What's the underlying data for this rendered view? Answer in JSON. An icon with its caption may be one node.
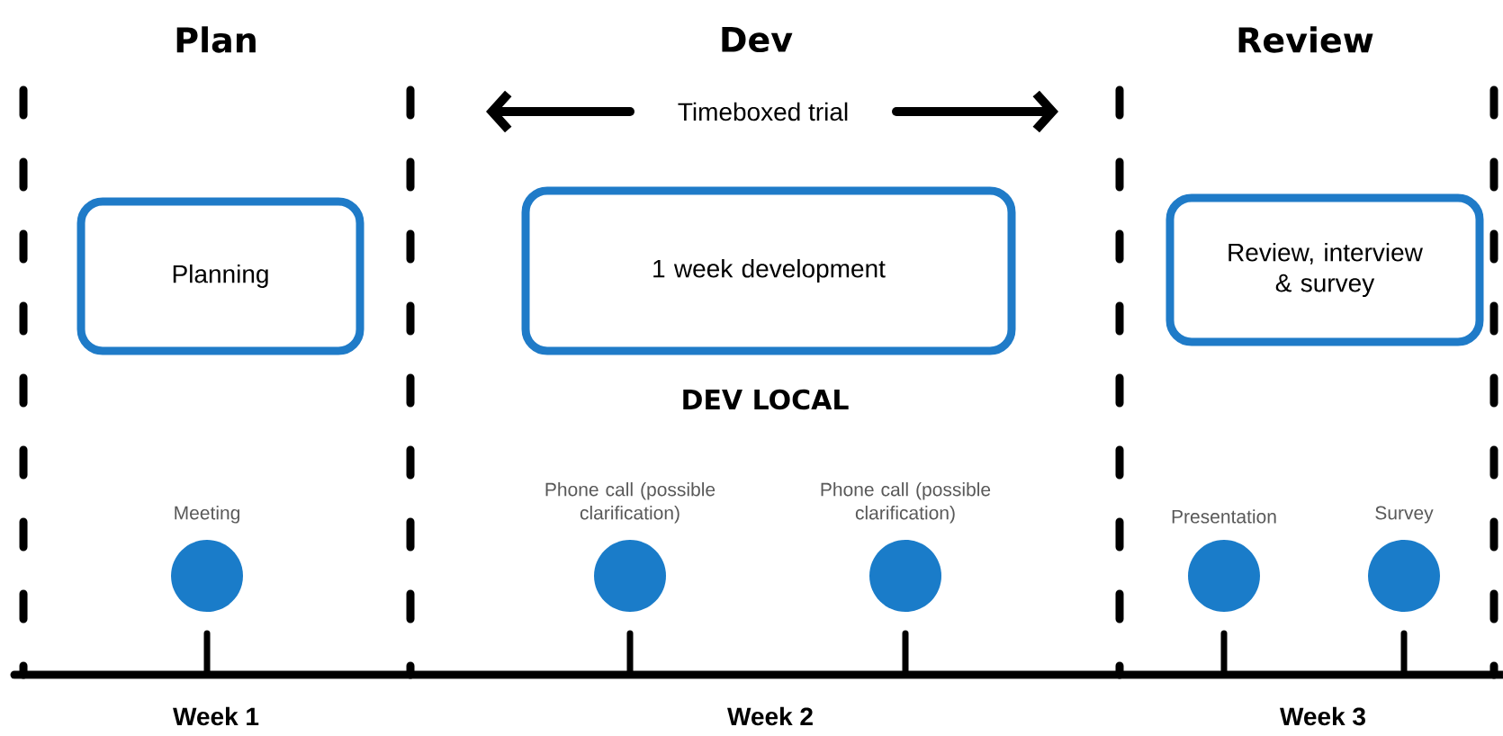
{
  "diagram": {
    "nodes": [
      {
        "text": [
          "Planning"
        ]
      },
      {
        "text": [
          "1 week development"
        ],
        "beside": [
          "DEV LOCAL"
        ]
      },
      {
        "text": [
          "Review, interview & survey"
        ]
      },
      {
        "text": [],
        "shape": "circle",
        "beside": [
          "Meeting"
        ]
      },
      {
        "text": [],
        "shape": "circle",
        "beside": [
          "Phone call (possible clarification)"
        ]
      },
      {
        "text": [],
        "shape": "circle",
        "beside": [
          "Phone call (possible clarification)"
        ]
      },
      {
        "text": [],
        "shape": "circle",
        "beside": [
          "Presentation"
        ]
      },
      {
        "text": [],
        "shape": "circle",
        "beside": [
          "Survey"
        ]
      }
    ],
    "labels": [
      "Plan",
      "Dev",
      "Review",
      "Timeboxed trial",
      "Week 1",
      "Week 2",
      "Week 3"
    ]
  }
}
